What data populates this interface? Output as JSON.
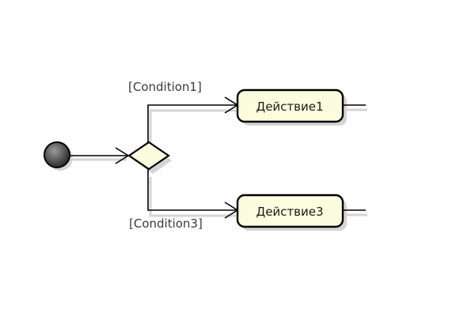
{
  "diagram": {
    "guards": {
      "upper": "[Condition1]",
      "lower": "[Condition3]"
    },
    "actions": {
      "upper": "Действие1",
      "lower": "Действие3"
    },
    "colors": {
      "action_fill": "#fcfcde",
      "decision_fill": "#fcfcde",
      "stroke": "#000000",
      "initial_node": "#3c3c3c",
      "shadow": "#d8d8d8"
    }
  }
}
